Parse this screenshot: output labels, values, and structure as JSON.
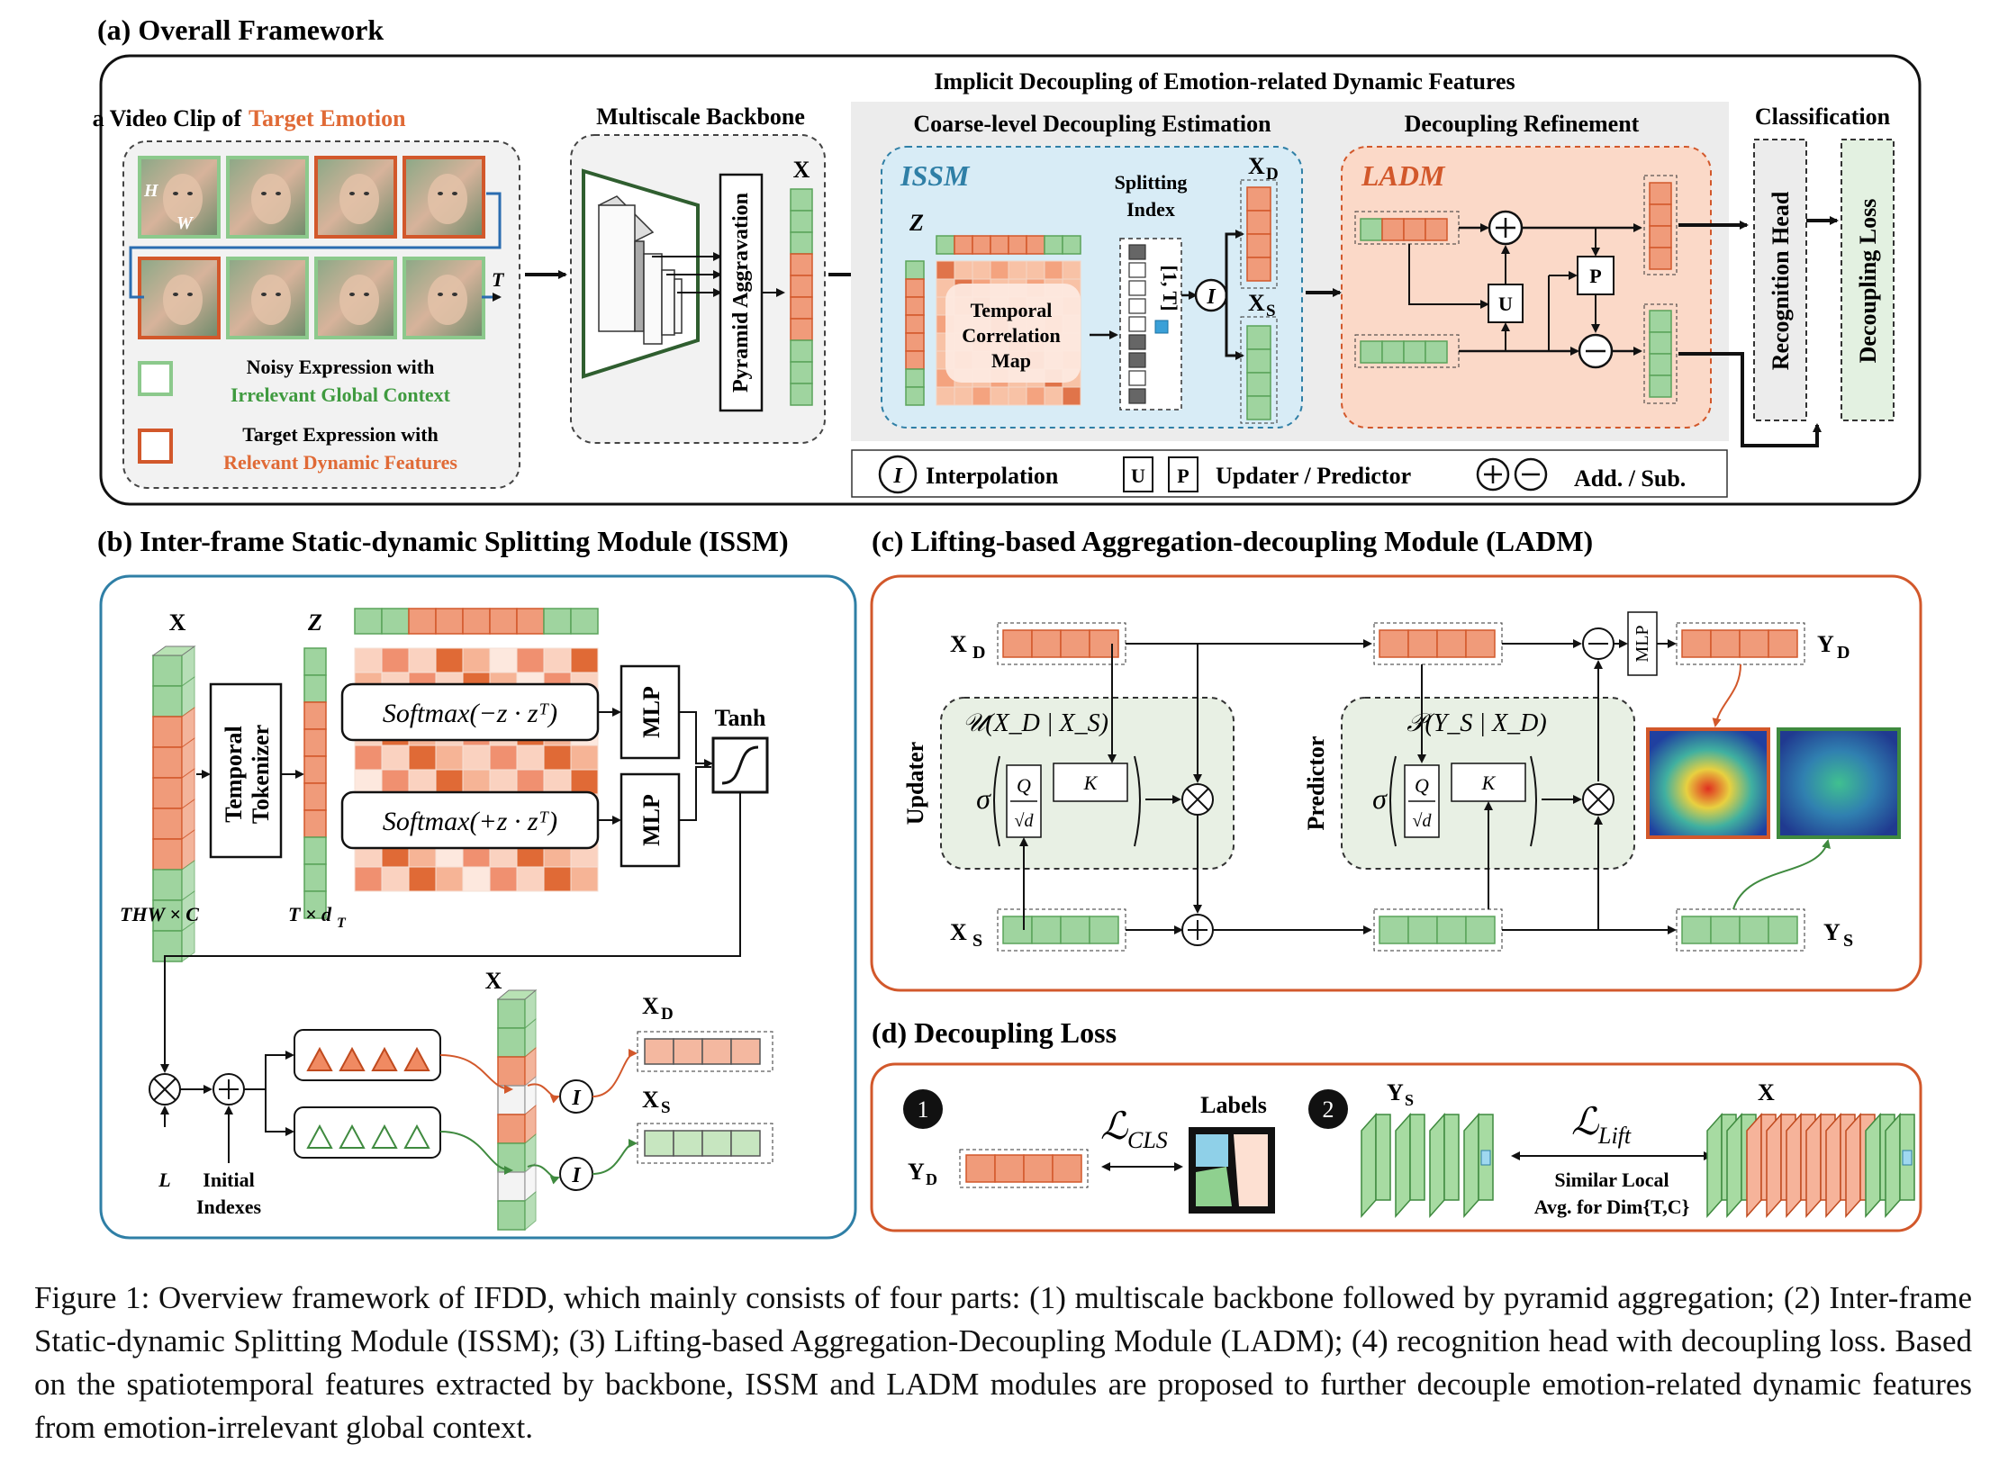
{
  "panel_a": {
    "title": "(a) Overall Framework",
    "implicit_title": "Implicit Decoupling of Emotion-related Dynamic Features",
    "video_clip_prefix": "a Video Clip of",
    "video_clip_highlight": "Target Emotion",
    "dim_h": "H",
    "dim_w": "W",
    "dim_t": "T",
    "legend_noisy_line1": "Noisy Expression with",
    "legend_noisy_line2": "Irrelevant Global Context",
    "legend_target_line1": "Target Expression with",
    "legend_target_line2": "Relevant Dynamic Features",
    "backbone_title": "Multiscale Backbone",
    "pyramid_label": "Pyramid Aggravation",
    "x_label": "X",
    "coarse_title": "Coarse-level Decoupling Estimation",
    "refine_title": "Decoupling Refinement",
    "class_title": "Classification",
    "issm_label": "ISSM",
    "ladm_label": "LADM",
    "z_label": "Z",
    "tcm_line1": "Temporal",
    "tcm_line2": "Correlation",
    "tcm_line3": "Map",
    "split_line1": "Splitting",
    "split_line2": "Index",
    "split_range": "[1, T]",
    "xd_label": "X",
    "xd_sub": "D",
    "xs_label": "X",
    "xs_sub": "S",
    "interp_symbol": "I",
    "u_symbol": "U",
    "p_symbol": "P",
    "recognition_head": "Recognition Head",
    "decoupling_loss": "Decoupling Loss",
    "legend_interpolation": "Interpolation",
    "legend_updater": "Updater / Predictor",
    "legend_addsub": "Add. / Sub."
  },
  "panel_b": {
    "title": "(b) Inter-frame Static-dynamic Splitting Module (ISSM)",
    "x_label": "X",
    "z_label": "Z",
    "temporal_tokenizer_line1": "Temporal",
    "temporal_tokenizer_line2": "Tokenizer",
    "softmax_neg": "Softmax(−z · zᵀ)",
    "softmax_pos": "Softmax(+z · zᵀ)",
    "mlp": "MLP",
    "tanh": "Tanh",
    "dim_x": "THW × C",
    "dim_z": "T × d",
    "dim_z_sub": "T",
    "l_label": "L",
    "initial_line1": "Initial",
    "initial_line2": "Indexes",
    "x_label2": "X",
    "xd_label": "X",
    "xd_sub": "D",
    "xs_label": "X",
    "xs_sub": "S",
    "interp_symbol": "I"
  },
  "panel_c": {
    "title": "(c) Lifting-based Aggregation-decoupling Module (LADM)",
    "xd_label": "X",
    "xd_sub": "D",
    "xs_label": "X",
    "xs_sub": "S",
    "yd_label": "Y",
    "yd_sub": "D",
    "ys_label": "Y",
    "ys_sub": "S",
    "updater": "Updater",
    "predictor": "Predictor",
    "updater_formula": "𝒰(X_D | X_S)",
    "predictor_formula": "𝒫(Y_S | X_D)",
    "sigma": "σ",
    "q": "Q",
    "sqrt_d": "√d",
    "k": "K",
    "mlp": "MLP"
  },
  "panel_d": {
    "title": "(d) Decoupling Loss",
    "step1": "1",
    "step2": "2",
    "l_cls": "ℒ",
    "l_cls_sub": "CLS",
    "labels": "Labels",
    "yd_label": "Y",
    "yd_sub": "D",
    "ys_label": "Y",
    "ys_sub": "S",
    "l_lift": "ℒ",
    "l_lift_sub": "Lift",
    "similar_line1": "Similar Local",
    "similar_line2": "Avg. for Dim{T,C}",
    "x_label": "X"
  },
  "caption": "Figure 1: Overview framework of IFDD, which mainly consists of four parts: (1) multiscale backbone followed by pyramid aggregation; (2) Inter-frame Static-dynamic Splitting Module (ISSM); (3) Lifting-based Aggregation-Decoupling Module (LADM); (4) recognition head with decoupling loss. Based on the spatiotemporal features extracted by backbone, ISSM and LADM modules are proposed to further decouple emotion-related dynamic features from emotion-irrelevant global context.",
  "colors": {
    "green": "#9fd49f",
    "green_border": "#5aa35a",
    "orange": "#f09b7a",
    "orange_border": "#d2582b",
    "issm_bg": "#d8ecf6",
    "ladm_bg": "#fbd9c8",
    "panel_b_border": "#2f7fa6",
    "panel_c_border": "#d2582b",
    "gray_bg": "#ececec",
    "text_orange": "#e06a36",
    "text_green": "#3f9a3f"
  }
}
